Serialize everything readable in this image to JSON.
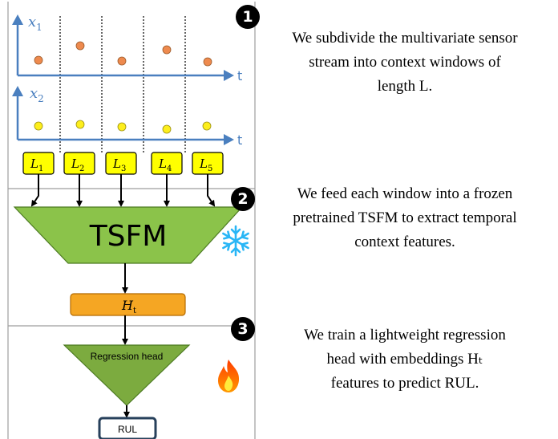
{
  "diagram": {
    "axis1": {
      "label_var": "x",
      "label_sub": "1",
      "t_label": "t"
    },
    "axis2": {
      "label_var": "x",
      "label_sub": "2",
      "t_label": "t"
    },
    "windows": [
      {
        "var": "L",
        "sub": "1"
      },
      {
        "var": "L",
        "sub": "2"
      },
      {
        "var": "L",
        "sub": "3"
      },
      {
        "var": "L",
        "sub": "4"
      },
      {
        "var": "L",
        "sub": "5"
      }
    ],
    "tsfm_label": "TSFM",
    "embedding": {
      "var": "H",
      "sub": "t"
    },
    "regression_label": "Regression head",
    "output_label": "RUL"
  },
  "steps": [
    {
      "number": "1",
      "lines": [
        "We subdivide the multivariate sensor",
        "stream into context windows of",
        "length L."
      ]
    },
    {
      "number": "2",
      "lines": [
        "We feed each window into a frozen",
        "pretrained TSFM to extract temporal",
        "context features."
      ]
    },
    {
      "number": "3",
      "lines": [
        "We train a lightweight regression",
        "head with embeddings Hₜ",
        "features to predict RUL."
      ]
    }
  ],
  "colors": {
    "axis": "#4a7fbf",
    "series1_dot": "#ee8a4e",
    "series2_dot": "#fdee1c",
    "window_fill": "#ffff00",
    "tsfm_fill": "#8bc34a",
    "embedding_fill": "#f5a623",
    "regression_fill": "#7cab3f",
    "output_border": "#27405b",
    "snowflake": "#29b6f6",
    "flame": "#ff5722"
  },
  "icons": [
    "snowflake-icon",
    "flame-icon"
  ]
}
